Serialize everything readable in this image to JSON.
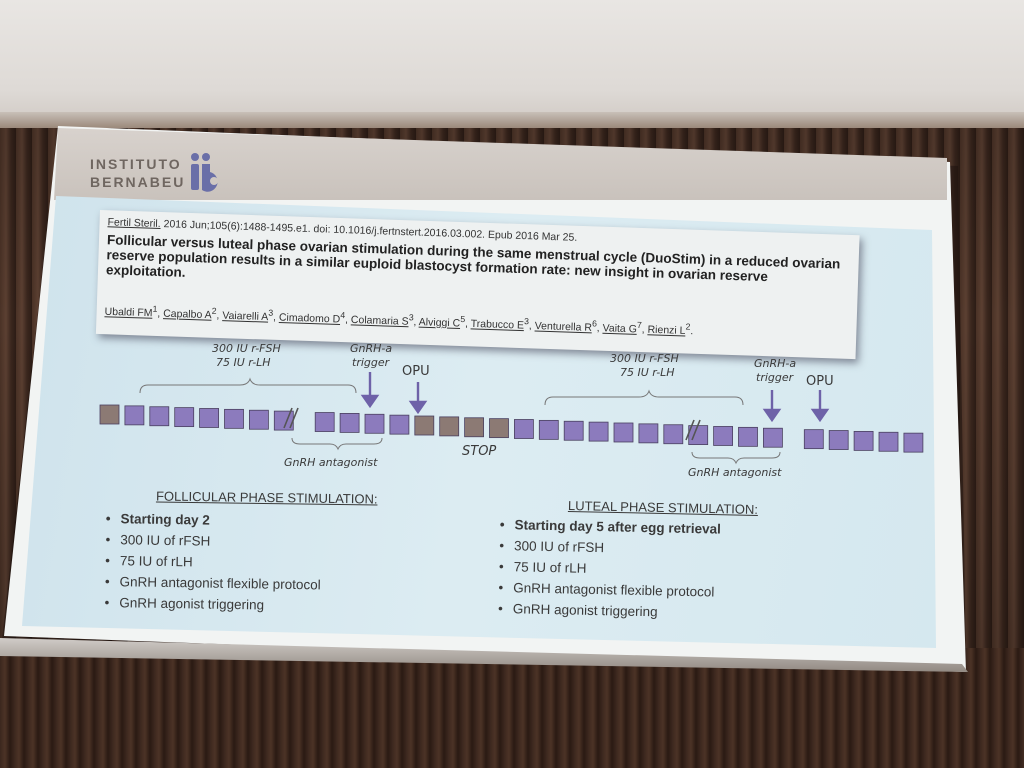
{
  "logo": {
    "line1": "INSTITUTO",
    "line2": "BERNABEU",
    "mark_color": "#6a6fa8"
  },
  "reference": {
    "citation": "Fertil Steril. 2016 Jun;105(6):1488-1495.e1. doi: 10.1016/j.fertnstert.2016.03.002. Epub 2016 Mar 25.",
    "title": "Follicular versus luteal phase ovarian stimulation during the same menstrual cycle (DuoStim) in a reduced ovarian reserve population results in a similar euploid blastocyst formation rate: new insight in ovarian reserve exploitation.",
    "authors": [
      {
        "name": "Ubaldi FM",
        "sup": "1"
      },
      {
        "name": "Capalbo A",
        "sup": "2"
      },
      {
        "name": "Vaiarelli A",
        "sup": "3"
      },
      {
        "name": "Cimadomo D",
        "sup": "4"
      },
      {
        "name": "Colamaria S",
        "sup": "3"
      },
      {
        "name": "Alviggi C",
        "sup": "5"
      },
      {
        "name": "Trabucco E",
        "sup": "3"
      },
      {
        "name": "Venturella R",
        "sup": "6"
      },
      {
        "name": "Vaita G",
        "sup": "7"
      },
      {
        "name": "Rienzi L",
        "sup": "2"
      }
    ]
  },
  "diagram": {
    "left_dose_line1": "300 IU  r-FSH",
    "left_dose_line2": "75 IU r-LH",
    "left_trigger_line1": "GnRH-a",
    "left_trigger_line2": "trigger",
    "left_opu": "OPU",
    "left_antagonist": "GnRH antagonist",
    "stop": "STOP",
    "right_dose_line1": "300 IU  r-FSH",
    "right_dose_line2": "75 IU r-LH",
    "right_trigger_line1": "GnRH-a",
    "right_trigger_line2": "trigger",
    "right_opu": "OPU",
    "right_antagonist": "GnRH antagonist",
    "colors": {
      "purple": "#8c7bbd",
      "grey": "#8c7a74",
      "arrow": "#6e62a8"
    }
  },
  "follicular": {
    "title": "FOLLICULAR PHASE STIMULATION:",
    "bullets": [
      {
        "text": "Starting day 2",
        "bold": true
      },
      {
        "text": "300 IU of rFSH",
        "bold": false
      },
      {
        "text": "75 IU of rLH",
        "bold": false
      },
      {
        "text": "GnRH antagonist flexible protocol",
        "bold": false
      },
      {
        "text": "GnRH agonist triggering",
        "bold": false
      }
    ]
  },
  "luteal": {
    "title": "LUTEAL PHASE STIMULATION:",
    "bullets": [
      {
        "text": "Starting day 5 after egg retrieval",
        "bold": true
      },
      {
        "text": "300 IU of rFSH",
        "bold": false
      },
      {
        "text": "75 IU of rLH",
        "bold": false
      },
      {
        "text": "GnRH antagonist flexible protocol",
        "bold": false
      },
      {
        "text": "GnRH agonist triggering",
        "bold": false
      }
    ]
  }
}
